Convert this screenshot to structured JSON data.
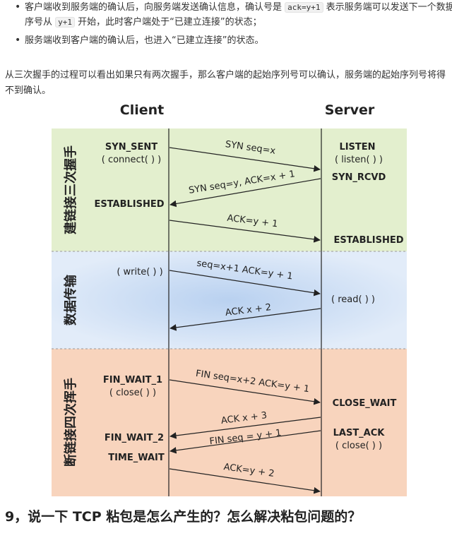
{
  "bullet1": {
    "text_before": "客户端收到服务端的确认后，向服务端发送确认信息，确认号是 ",
    "code1": "ack=y+1",
    "text_middle": " 表示服务端可以发送下一个数据包序号从 ",
    "code2": "y+1",
    "text_after": " 开始，此时客户端处于“已建立连接”的状态；"
  },
  "bullet2": "服务端收到客户端的确认后，也进入“已建立连接”的状态。",
  "paragraph": "从三次握手的过程可以看出如果只有两次握手，那么客户端的起始序列号可以确认，服务端的起始序列号将得不到确认。",
  "diagram": {
    "client_header": "Client",
    "server_header": "Server",
    "colors": {
      "handshake": "#e3efce",
      "transfer": "#dde8f6",
      "teardown": "#f8d4bd",
      "arrow": "#222222"
    },
    "sections": {
      "handshake": "建链接三次握手",
      "transfer": "数据传输",
      "teardown": "断链接四次挥手"
    },
    "client_states": {
      "syn_sent": "SYN_SENT",
      "connect": "( connect( ) )",
      "established": "ESTABLISHED",
      "write": "( write( ) )",
      "fin_wait_1": "FIN_WAIT_1",
      "close": "( close( ) )",
      "fin_wait_2": "FIN_WAIT_2",
      "time_wait": "TIME_WAIT"
    },
    "server_states": {
      "listen": "LISTEN",
      "listen_call": "( listen( ) )",
      "syn_rcvd": "SYN_RCVD",
      "established": "ESTABLISHED",
      "read": "( read( ) )",
      "close_wait": "CLOSE_WAIT",
      "last_ack": "LAST_ACK",
      "close": "( close( ) )"
    },
    "messages": {
      "m1": "SYN seq=x",
      "m2": "SYN seq=y, ACK=x + 1",
      "m3": "ACK=y + 1",
      "m4": "seq=x+1 ACK=y + 1",
      "m5": "ACK x + 2",
      "m6": "FIN seq=x+2 ACK=y + 1",
      "m7": "ACK x + 3",
      "m8": "FIN seq = y + 1",
      "m9": "ACK=y + 2"
    }
  },
  "heading": "9，说一下 TCP 粘包是怎么产生的？怎么解决粘包问题的？"
}
